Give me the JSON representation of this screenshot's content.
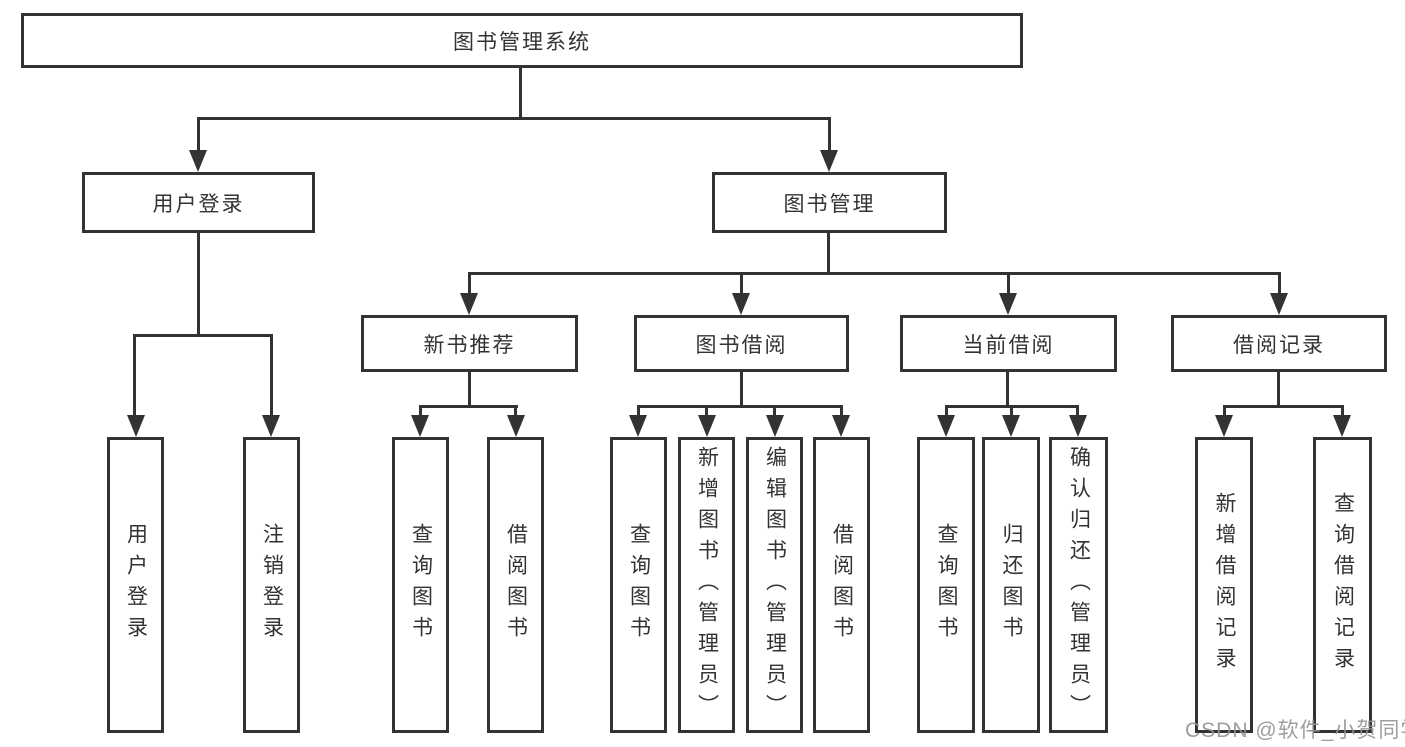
{
  "diagram": {
    "root": {
      "label": "图书管理系统"
    },
    "level1": [
      {
        "label": "用户登录"
      },
      {
        "label": "图书管理"
      }
    ],
    "level2": [
      {
        "label": "新书推荐",
        "parent": "图书管理"
      },
      {
        "label": "图书借阅",
        "parent": "图书管理"
      },
      {
        "label": "当前借阅",
        "parent": "图书管理"
      },
      {
        "label": "借阅记录",
        "parent": "图书管理"
      }
    ],
    "leaves": [
      {
        "label": "用户登录",
        "parent": "用户登录"
      },
      {
        "label": "注销登录",
        "parent": "用户登录"
      },
      {
        "label": "查询图书",
        "parent": "新书推荐"
      },
      {
        "label": "借阅图书",
        "parent": "新书推荐"
      },
      {
        "label": "查询图书",
        "parent": "图书借阅"
      },
      {
        "label": "新增图书（管理员）",
        "parent": "图书借阅"
      },
      {
        "label": "编辑图书（管理员）",
        "parent": "图书借阅"
      },
      {
        "label": "借阅图书",
        "parent": "图书借阅"
      },
      {
        "label": "查询图书",
        "parent": "当前借阅"
      },
      {
        "label": "归还图书",
        "parent": "当前借阅"
      },
      {
        "label": "确认归还（管理员）",
        "parent": "当前借阅"
      },
      {
        "label": "新增借阅记录",
        "parent": "借阅记录"
      },
      {
        "label": "查询借阅记录",
        "parent": "借阅记录"
      }
    ]
  },
  "watermark": {
    "text": "CSDN @软件_小贺同学"
  },
  "colors": {
    "line": "#333333",
    "box_border": "#333333",
    "box_background": "#ffffff",
    "text": "#333333",
    "watermark": "#949494"
  }
}
